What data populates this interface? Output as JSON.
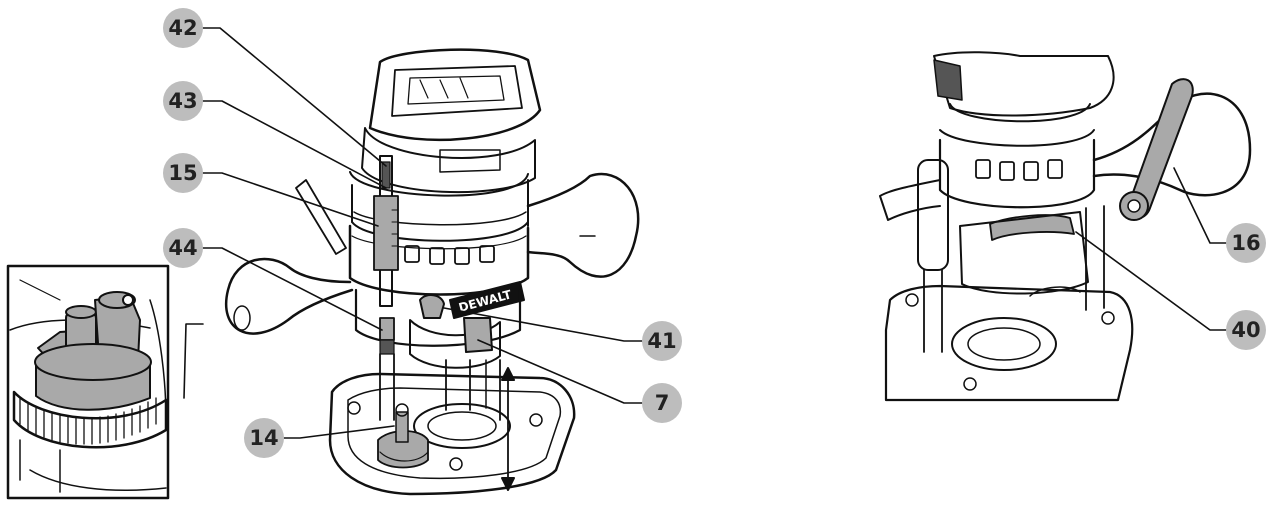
{
  "figure": {
    "brand_text": "DEWALT",
    "callouts": {
      "c42": "42",
      "c43": "43",
      "c15": "15",
      "c44": "44",
      "c14": "14",
      "c41": "41",
      "c7": "7",
      "c16": "16",
      "c40": "40"
    }
  },
  "colors": {
    "callout_fill": "#bdbdbd",
    "line": "#111111",
    "highlight_gray": "#a9a9a9"
  }
}
